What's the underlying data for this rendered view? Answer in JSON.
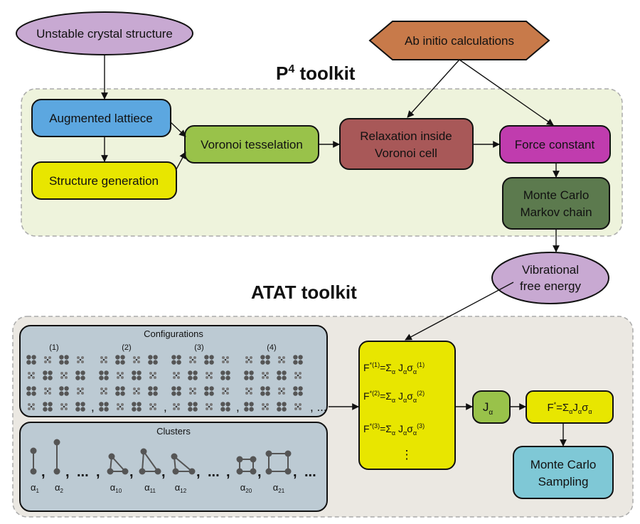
{
  "p4": {
    "title": "P",
    "title_sup": "4",
    "title_rest": " toolkit"
  },
  "atat": {
    "title": "ATAT toolkit"
  },
  "nodes": {
    "unstable": "Unstable crystal structure",
    "abinitio": "Ab initio calculations",
    "augmented": "Augmented lattiece",
    "structure_gen": "Structure generation",
    "voronoi": "Voronoi tesselation",
    "relax_1": "Relaxation inside",
    "relax_2": "Voronoi cell",
    "force": "Force constant",
    "mc_markov_1": "Monte Carlo",
    "mc_markov_2": "Markov chain",
    "vib_1": "Vibrational",
    "vib_2": "free energy",
    "j_alpha": "Jα",
    "final_eq": "F*=ΣαJασα",
    "mc_sampling_1": "Monte Carlo",
    "mc_sampling_2": "Sampling"
  },
  "equations": [
    "F*(1)=ΣαJασα(1)",
    "F*(2)=ΣαJασα(2)",
    "F*(3)=ΣαJασα(3)",
    "⋮"
  ],
  "configurations": {
    "title": "Configurations",
    "groups": [
      "(1)",
      "(2)",
      "(3)",
      "(4)"
    ],
    "ellipsis": "..."
  },
  "clusters": {
    "title": "Clusters",
    "labels": [
      "α1",
      "α2",
      "α10",
      "α11",
      "α12",
      "α20",
      "α21"
    ],
    "ellipsis": "...",
    "comma": ","
  },
  "colors": {
    "p4_panel": "#eef3dc",
    "atat_panel": "#ebe8e2",
    "purple": "#c8a9d2",
    "orange": "#c87a4a",
    "blue": "#5ca7e0",
    "yellow": "#e8e600",
    "green": "#99c24a",
    "maroon": "#a85858",
    "magenta": "#c03cae",
    "dark_green": "#5c7a4e",
    "slate": "#bccad3",
    "cyan": "#7fc8d6"
  }
}
